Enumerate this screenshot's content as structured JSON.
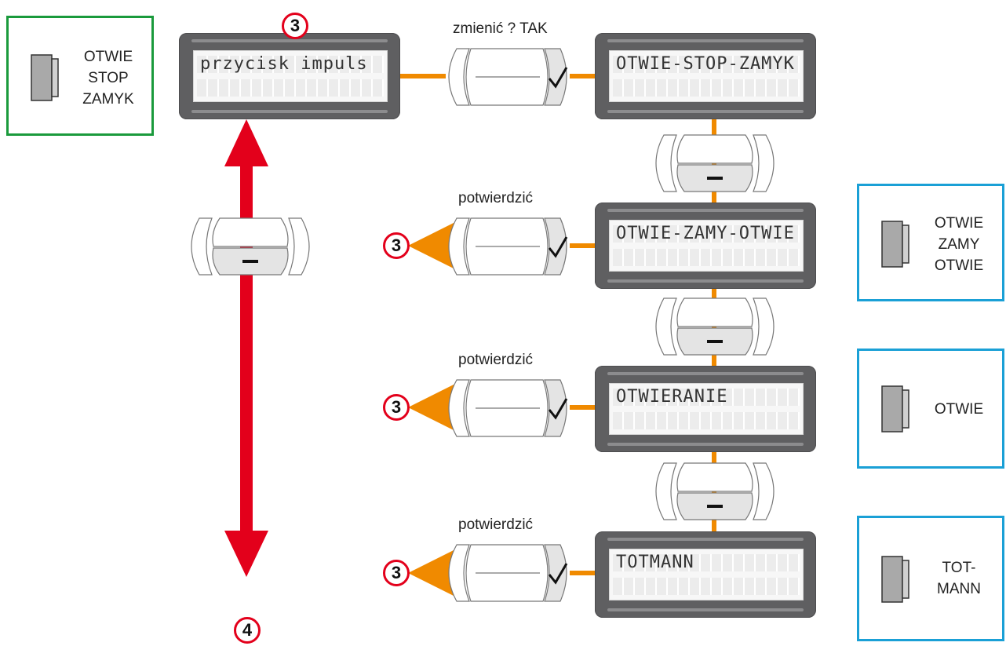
{
  "colors": {
    "lcd_body": "#5f5f61",
    "flow_line": "#f08a00",
    "big_arrow": "#e3001b",
    "box_green": "#1a9a3c",
    "box_blue": "#1aa0d6"
  },
  "badges": {
    "top": "3",
    "bottom": "4",
    "back": "3"
  },
  "labels": {
    "change_yes": "zmienić ? TAK",
    "confirm": "potwierdzić"
  },
  "lcd": {
    "start": "przycisk impuls",
    "opt1": "OTWIE-STOP-ZAMYK",
    "opt2": "OTWIE-ZAMY-OTWIE",
    "opt3": "OTWIERANIE",
    "opt4": "TOTMANN"
  },
  "boxes": {
    "current": [
      "OTWIE",
      "STOP",
      "ZAMYK"
    ],
    "opt2": [
      "OTWIE",
      "ZAMY",
      "OTWIE"
    ],
    "opt3": [
      "OTWIE"
    ],
    "opt4": [
      "TOT-",
      "MANN"
    ]
  },
  "icons": {
    "confirm_button": "check-icon",
    "down_button": "minus-icon",
    "device": "pushbutton-device-icon"
  }
}
